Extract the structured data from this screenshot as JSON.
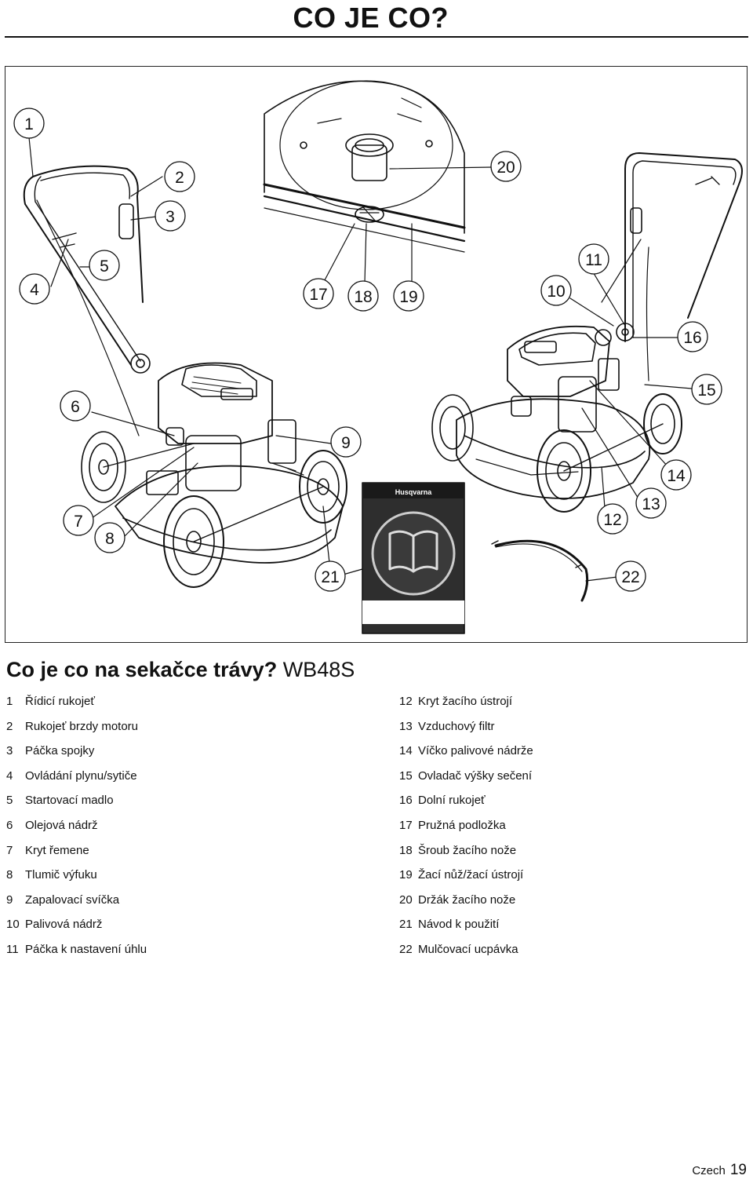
{
  "page_title": "CO JE CO?",
  "heading": {
    "text": "Co je co na sekačce trávy?",
    "model": "WB48S"
  },
  "figure": {
    "callouts": [
      "1",
      "2",
      "3",
      "4",
      "5",
      "6",
      "7",
      "8",
      "9",
      "10",
      "11",
      "12",
      "13",
      "14",
      "15",
      "16",
      "17",
      "18",
      "19",
      "20",
      "21",
      "22"
    ],
    "manual_brand": "Husqvarna"
  },
  "parts_left": [
    {
      "num": "1",
      "label": "Řídicí rukojeť"
    },
    {
      "num": "2",
      "label": "Rukojeť brzdy motoru"
    },
    {
      "num": "3",
      "label": "Páčka spojky"
    },
    {
      "num": "4",
      "label": "Ovládání plynu/sytiče"
    },
    {
      "num": "5",
      "label": "Startovací madlo"
    },
    {
      "num": "6",
      "label": "Olejová nádrž"
    },
    {
      "num": "7",
      "label": "Kryt řemene"
    },
    {
      "num": "8",
      "label": "Tlumič výfuku"
    },
    {
      "num": "9",
      "label": "Zapalovací svíčka"
    },
    {
      "num": "10",
      "label": "Palivová nádrž"
    },
    {
      "num": "11",
      "label": "Páčka k nastavení úhlu"
    }
  ],
  "parts_right": [
    {
      "num": "12",
      "label": "Kryt žacího ústrojí"
    },
    {
      "num": "13",
      "label": "Vzduchový filtr"
    },
    {
      "num": "14",
      "label": "Víčko palivové nádrže"
    },
    {
      "num": "15",
      "label": "Ovladač výšky sečení"
    },
    {
      "num": "16",
      "label": "Dolní rukojeť"
    },
    {
      "num": "17",
      "label": "Pružná podložka"
    },
    {
      "num": "18",
      "label": "Šroub žacího nože"
    },
    {
      "num": "19",
      "label": "Žací nůž/žací ústrojí"
    },
    {
      "num": "20",
      "label": "Držák žacího nože"
    },
    {
      "num": "21",
      "label": "Návod k použití"
    },
    {
      "num": "22",
      "label": "Mulčovací ucpávka"
    }
  ],
  "footer": {
    "language": "Czech",
    "page": "19"
  }
}
